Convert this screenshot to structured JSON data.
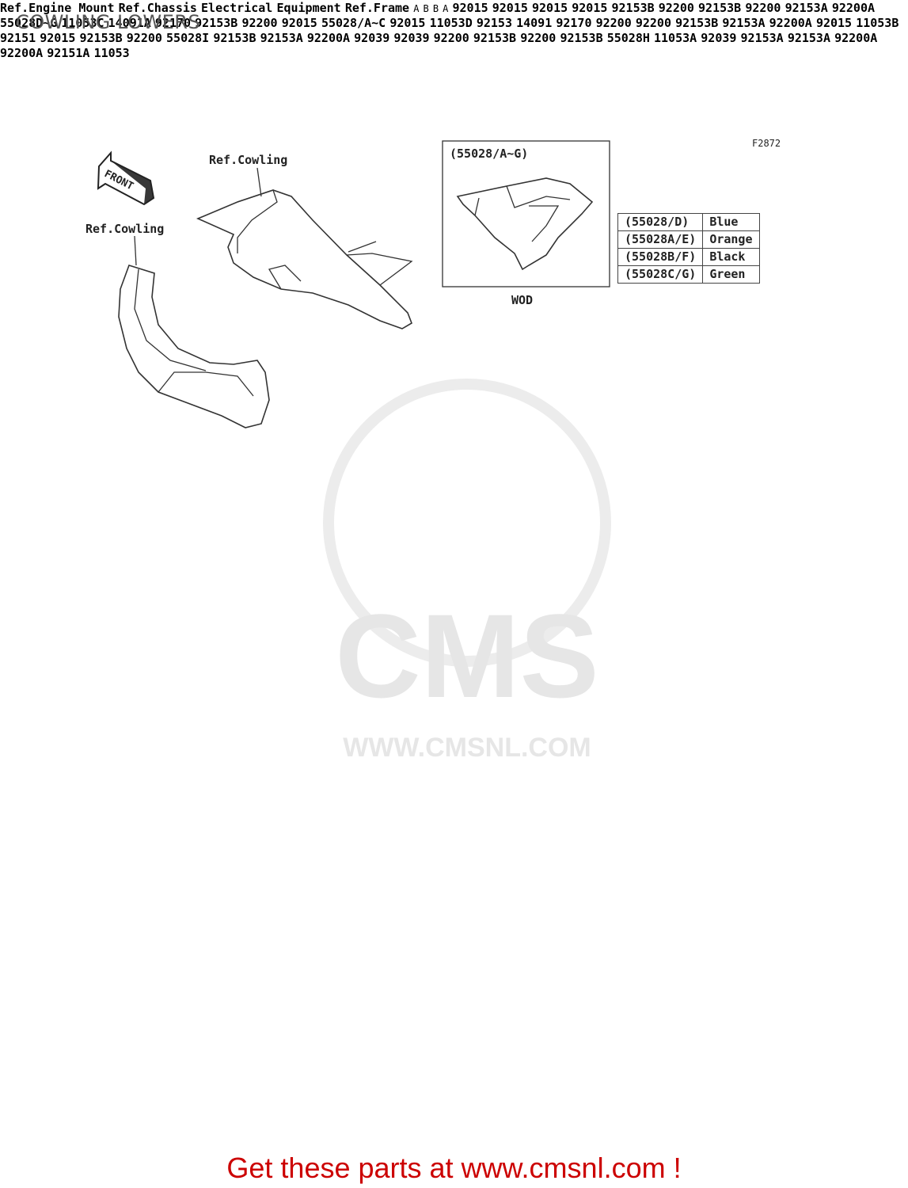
{
  "page": {
    "title": "COWLING LOWERS",
    "figure_code": "F2872"
  },
  "footer": {
    "link_text": "Get these parts at www.cmsnl.com !"
  },
  "watermark": {
    "brand": "CMS",
    "site": "WWW.CMSNL.COM"
  },
  "front_arrow": {
    "label": "FRONT"
  },
  "inset": {
    "header": "(55028/A~G)",
    "caption": "WOD"
  },
  "color_table": {
    "rows": [
      {
        "part": "(55028/D)",
        "color": "Blue"
      },
      {
        "part": "(55028A/E)",
        "color": "Orange"
      },
      {
        "part": "(55028B/F)",
        "color": "Black"
      },
      {
        "part": "(55028C/G)",
        "color": "Green"
      }
    ]
  },
  "refs": {
    "cowling_top": "Ref.Cowling",
    "cowling_left": "Ref.Cowling",
    "engine_mount": "Ref.Engine Mount",
    "chassis_1": "Ref.Chassis",
    "chassis_2": "Electrical",
    "chassis_3": "Equipment",
    "frame": "Ref.Frame"
  },
  "labels": {
    "l01": "92015",
    "l02": "92015",
    "l03": "92015",
    "l04": "92015",
    "l05": "92153B",
    "l06": "92200",
    "l07": "92153B",
    "l08": "92200",
    "l09": "92153A",
    "l10": "92200A",
    "l11": "55028D~G",
    "l12": "11053C",
    "l13": "14091A",
    "l14": "92170",
    "l15": "92153B",
    "l16": "92200",
    "l17": "92015",
    "l18": "55028/A~C",
    "l19": "92015",
    "l20": "11053D",
    "l21": "92153",
    "l22": "14091",
    "l23": "92170",
    "l24": "92200",
    "l25": "92200",
    "l26": "92153B",
    "l27": "92153A",
    "l28": "92200A",
    "l29": "92015",
    "l30": "11053B",
    "l31": "92151",
    "l32": "92015",
    "l33": "92153B",
    "l34": "92200",
    "l35": "55028I",
    "l36": "92153B",
    "l37": "92153A",
    "l38": "92200A",
    "l39": "92039",
    "l40": "92039",
    "l41": "92200",
    "l42": "92153B",
    "l43": "92200",
    "l44": "92153B",
    "l45": "55028H",
    "l46": "11053A",
    "l47": "92039",
    "l48": "92153A",
    "l49": "92153A",
    "l50": "92200A",
    "l51": "92200A",
    "l52": "92151A",
    "l53": "11053"
  },
  "markers": {
    "a": "A",
    "b": "B"
  }
}
